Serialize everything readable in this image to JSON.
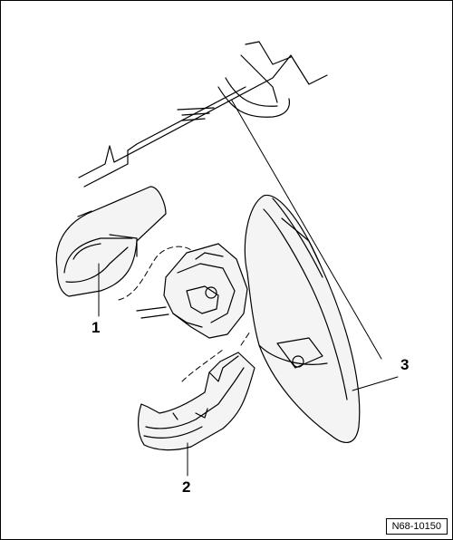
{
  "callouts": {
    "one": "1",
    "two": "2",
    "three": "3"
  },
  "reference_code": "N68-10150"
}
